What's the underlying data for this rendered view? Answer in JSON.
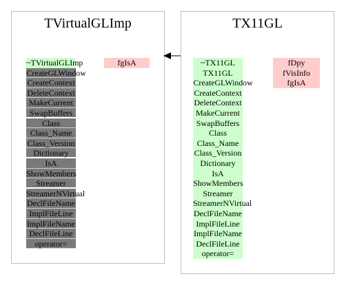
{
  "colors": {
    "method_highlight": "#ccffcc",
    "method_inherited": "#7a7a7a",
    "field": "#ffcccc",
    "box_border": "#bdbdbd",
    "arrow": "#000000"
  },
  "left_class": {
    "title": "TVirtualGLImp",
    "methods": [
      "~TVirtualGLImp",
      "CreateGLWindow",
      "CreateContext",
      "DeleteContext",
      "MakeCurrent",
      "SwapBuffers",
      "Class",
      "Class_Name",
      "Class_Version",
      "Dictionary",
      "IsA",
      "ShowMembers",
      "Streamer",
      "StreamerNVirtual",
      "DeclFileName",
      "ImplFileLine",
      "ImplFileName",
      "DeclFileLine",
      "operator="
    ],
    "fields": [
      "fgIsA"
    ]
  },
  "right_class": {
    "title": "TX11GL",
    "methods": [
      "~TX11GL",
      "TX11GL",
      "CreateGLWindow",
      "CreateContext",
      "DeleteContext",
      "MakeCurrent",
      "SwapBuffers",
      "Class",
      "Class_Name",
      "Class_Version",
      "Dictionary",
      "IsA",
      "ShowMembers",
      "Streamer",
      "StreamerNVirtual",
      "DeclFileName",
      "ImplFileLine",
      "ImplFileName",
      "DeclFileLine",
      "operator="
    ],
    "fields": [
      "fDpy",
      "fVisInfo",
      "fgIsA"
    ]
  }
}
